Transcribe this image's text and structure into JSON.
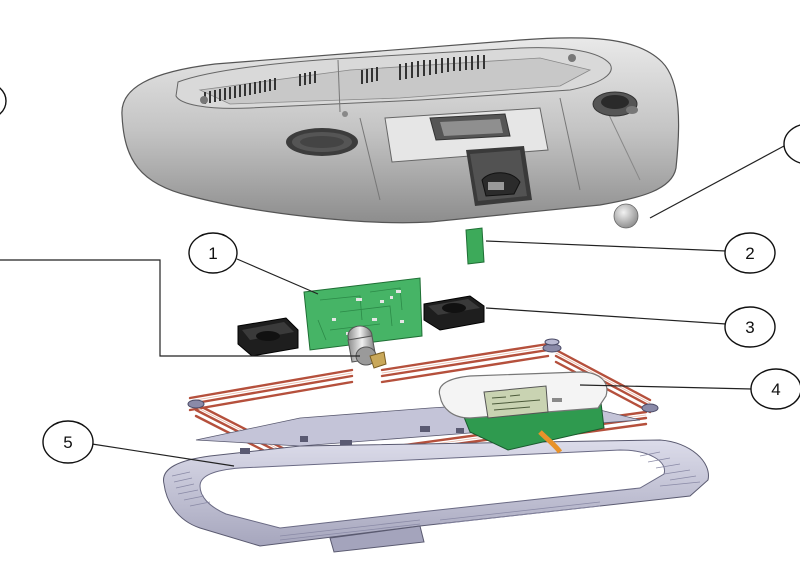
{
  "diagram": {
    "callouts": [
      {
        "id": "c1",
        "label": "1"
      },
      {
        "id": "c2",
        "label": "2"
      },
      {
        "id": "c3",
        "label": "3"
      },
      {
        "id": "c4",
        "label": "4"
      },
      {
        "id": "c5",
        "label": "5"
      },
      {
        "id": "c-left-top",
        "label": ""
      },
      {
        "id": "c-right-top",
        "label": ""
      }
    ],
    "colors": {
      "housing": "#bdbdbd",
      "pcb": "#3daa5a",
      "frame": "#b5503c",
      "tray": "#c9c9dd",
      "fan": "#222222",
      "display_pcb": "#2f9a4f"
    }
  }
}
